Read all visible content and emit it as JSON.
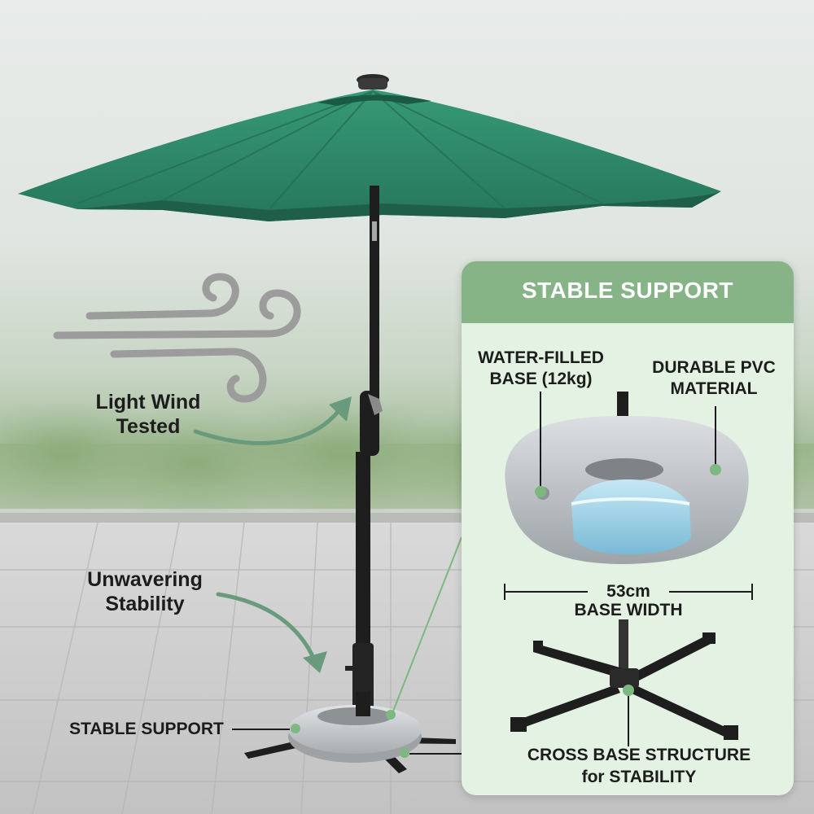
{
  "colors": {
    "canopy": "#2e8a6b",
    "pole": "#1e1e1e",
    "panel_bg": "#e3f2e2",
    "panel_header": "#86b487",
    "arrow": "#6a9a7c",
    "dot": "#7cb87f",
    "base": "#c7c9cb",
    "water": "#9ad1e8"
  },
  "icons": [
    "wind-icon",
    "curved-arrow-icon",
    "water-bag-icon",
    "cross-base-icon"
  ],
  "callouts": {
    "light_wind_line1": "Light Wind",
    "light_wind_line2": "Tested",
    "unwavering_line1": "Unwavering",
    "unwavering_line2": "Stability",
    "stable_support_label": "STABLE SUPPORT"
  },
  "panel": {
    "title": "STABLE SUPPORT",
    "water_line1": "WATER-FILLED",
    "water_line2": "BASE (12kg)",
    "pvc_line1": "DURABLE PVC",
    "pvc_line2": "MATERIAL",
    "width_value": "53cm",
    "width_label": "BASE WIDTH",
    "cross_line1": "CROSS BASE STRUCTURE",
    "cross_line2": "for STABILITY"
  }
}
